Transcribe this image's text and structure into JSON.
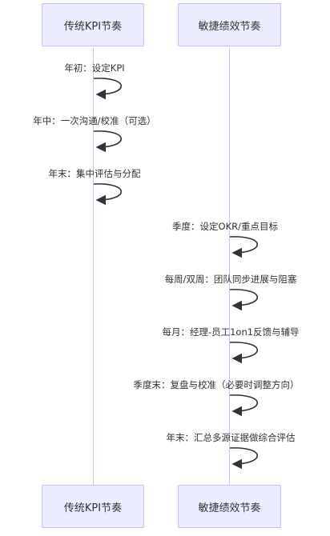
{
  "participants": {
    "traditional": "传统KPI节奏",
    "agile": "敏捷绩效节奏"
  },
  "messages": {
    "traditional": [
      "年初：设定KPI",
      "年中：一次沟通/校准（可选）",
      "年末：集中评估与分配"
    ],
    "agile": [
      "季度：设定OKR/重点目标",
      "每周/双周：团队同步进展与阻塞",
      "每月：经理-员工1on1反馈与辅导",
      "季度末：复盘与校准（必要时调整方向）",
      "年末：汇总多源证据做综合评估"
    ]
  },
  "colors": {
    "actor_fill": "#ececff",
    "actor_border": "#c7bfee",
    "lifeline": "#c9c3f0",
    "arrow": "#333333"
  }
}
